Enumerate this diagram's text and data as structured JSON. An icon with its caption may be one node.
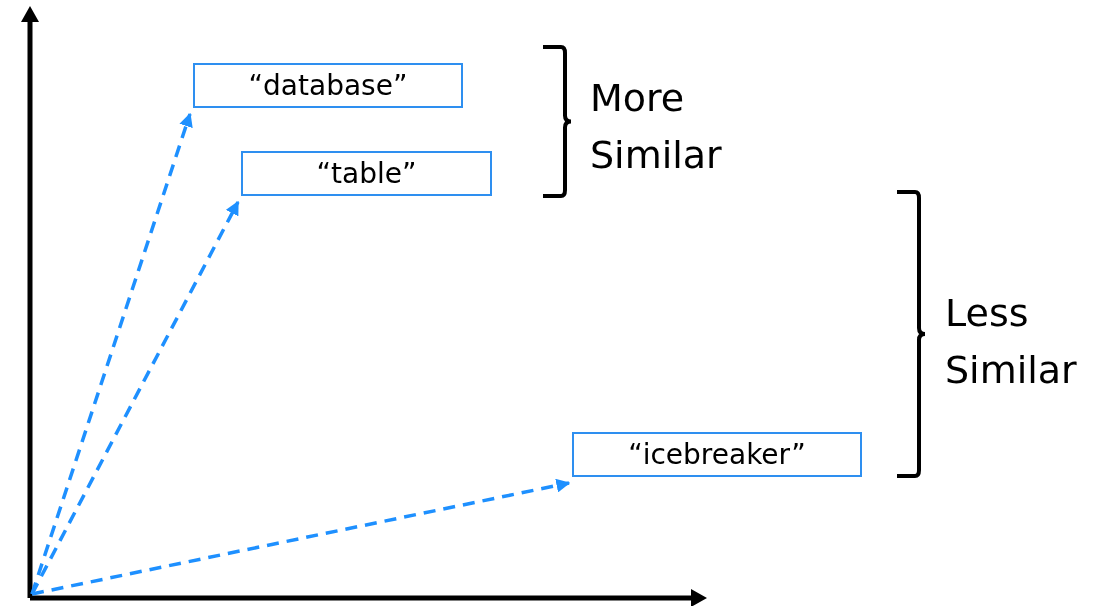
{
  "diagram": {
    "nodes": [
      {
        "text": [
          "“database”"
        ]
      },
      {
        "text": [
          "“table”"
        ]
      },
      {
        "text": [
          "“icebreaker”"
        ]
      }
    ],
    "edges": [
      {
        "from": null,
        "to": 0,
        "arrow": "to",
        "style": "dashed",
        "color": "#1e90ff"
      },
      {
        "from": null,
        "to": 1,
        "arrow": "to",
        "style": "dashed",
        "color": "#1e90ff"
      },
      {
        "from": null,
        "to": 2,
        "arrow": "to",
        "style": "dashed",
        "color": "#1e90ff"
      }
    ],
    "labels": [
      "More Similar",
      "Less Similar"
    ]
  }
}
